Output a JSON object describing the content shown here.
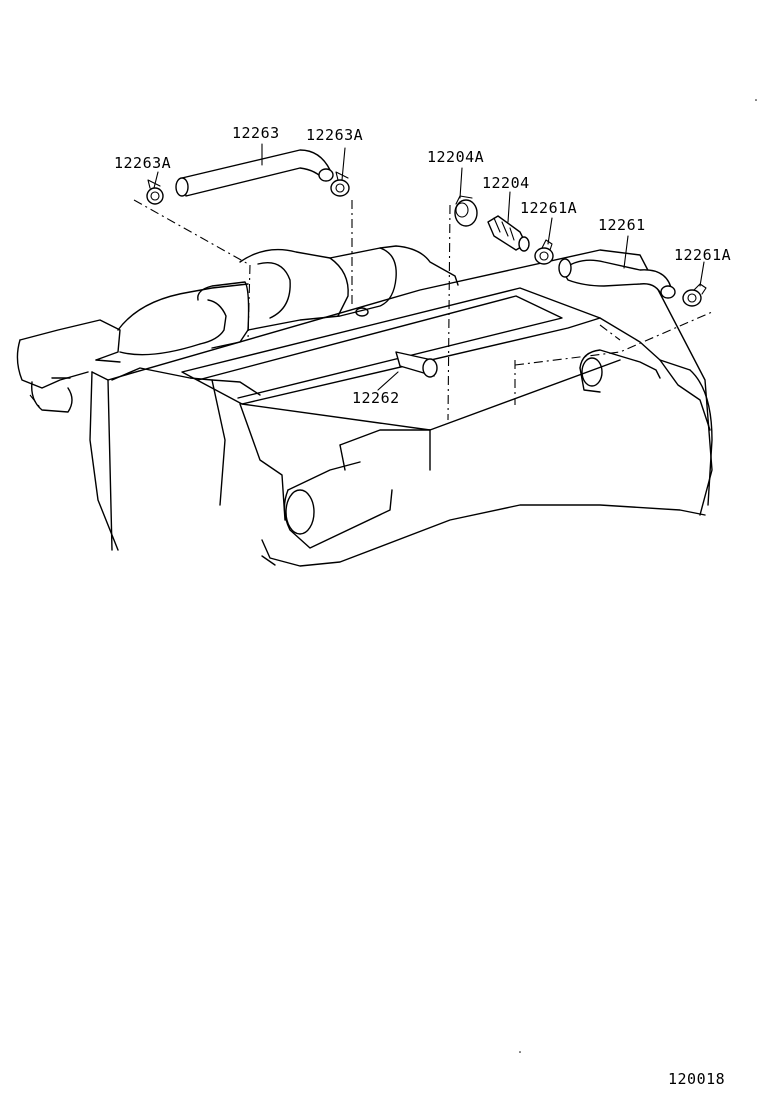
{
  "labels": {
    "p12263": "12263",
    "p12263A_left": "12263A",
    "p12263A_right": "12263A",
    "p12204A": "12204A",
    "p12204": "12204",
    "p12261A_mid": "12261A",
    "p12261": "12261",
    "p12261A_right": "12261A",
    "p12262": "12262",
    "figure_id": "120018"
  }
}
